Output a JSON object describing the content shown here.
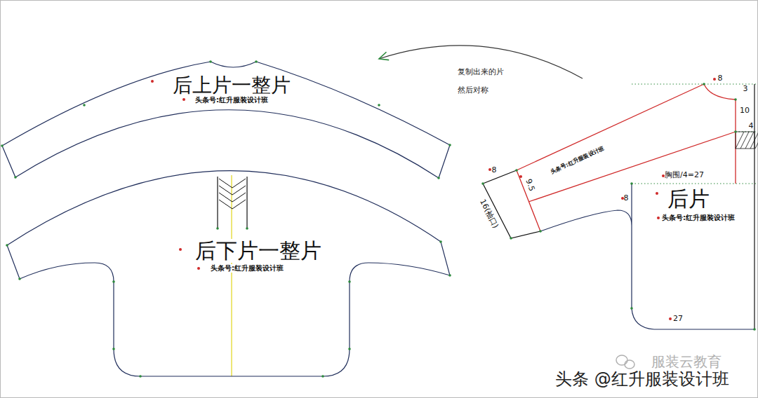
{
  "diagram": {
    "nodes": [
      {
        "text": [
          "后上片一整片",
          "头条号:红升服装设计班"
        ]
      },
      {
        "text": [
          "后下片一整片",
          "头条号:红升服装设计班"
        ]
      },
      {
        "text": [
          "后片",
          "头条号:红升服装设计班"
        ]
      }
    ],
    "edges": [
      {
        "from": 2,
        "to": 0,
        "arrow": "to",
        "label": "复制出来的片 然后对称"
      }
    ],
    "labels": [
      "8",
      "3",
      "10",
      "4",
      "8",
      "9.5",
      "16(袖口)",
      "头条号:红升服装设计班",
      "胸围/4=27",
      "8",
      "27",
      "头条 @红升服装设计班",
      "服装云教育"
    ]
  }
}
